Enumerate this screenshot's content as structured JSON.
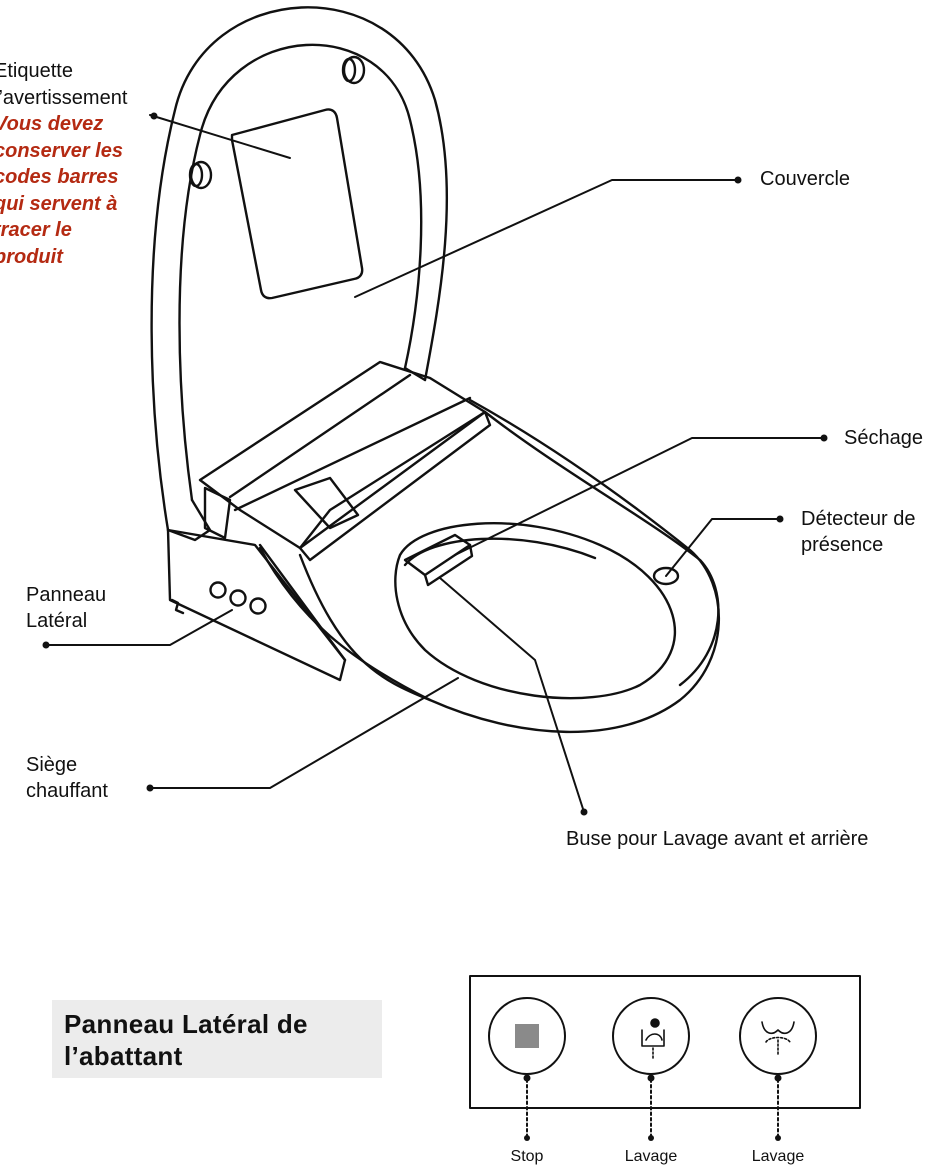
{
  "labels": {
    "warning_title_1": "Etiquette",
    "warning_title_2": "l’avertissement",
    "warning_note": [
      "Vous devez",
      "conserver les",
      "codes barres",
      "qui servent à",
      "tracer le",
      "produit"
    ],
    "couvercle": "Couvercle",
    "sechage": "Séchage",
    "detecteur_1": "Détecteur de",
    "detecteur_2": "présence",
    "panneau_1": "Panneau",
    "panneau_2": "Latéral",
    "siege_1": "Siège",
    "siege_2": "chauffant",
    "buse": "Buse pour Lavage avant et arrière"
  },
  "side_panel": {
    "title_1": "Panneau Latéral de",
    "title_2": "l’abattant",
    "buttons": [
      {
        "label": "Stop",
        "icon": "stop-square-icon"
      },
      {
        "label": "Lavage",
        "icon": "rear-wash-icon"
      },
      {
        "label": "Lavage",
        "icon": "front-wash-icon"
      }
    ]
  },
  "colors": {
    "warning_text": "#b42a12",
    "line": "#111111",
    "panel_title_bg": "#ececec",
    "stop_square": "#8a8a8a"
  }
}
